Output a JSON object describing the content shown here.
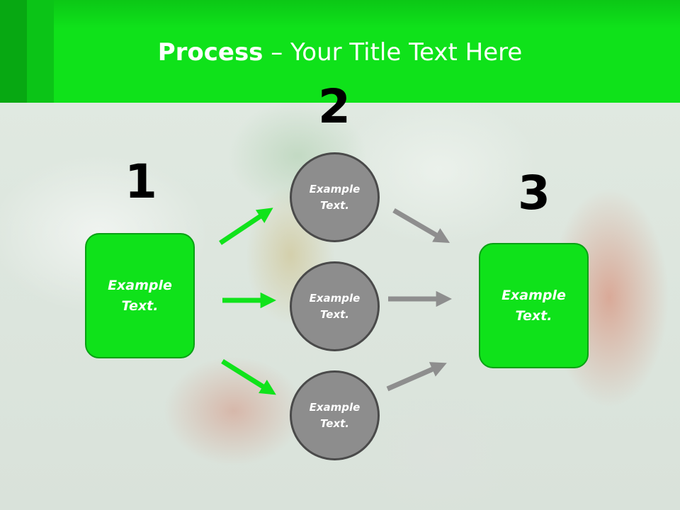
{
  "header": {
    "title_bold": "Process",
    "title_rest": " – Your Title Text Here"
  },
  "steps": {
    "one": {
      "number": "1",
      "label": "Example\nText."
    },
    "two": {
      "number": "2",
      "items": [
        {
          "label": "Example\nText."
        },
        {
          "label": "Example\nText."
        },
        {
          "label": "Example\nText."
        }
      ]
    },
    "three": {
      "number": "3",
      "label": "Example\nText."
    }
  },
  "colors": {
    "accent_green": "#0fe21a",
    "arrow_green": "#10e31b",
    "arrow_gray": "#8e8e8e",
    "circle_gray": "#8d8d8d"
  }
}
